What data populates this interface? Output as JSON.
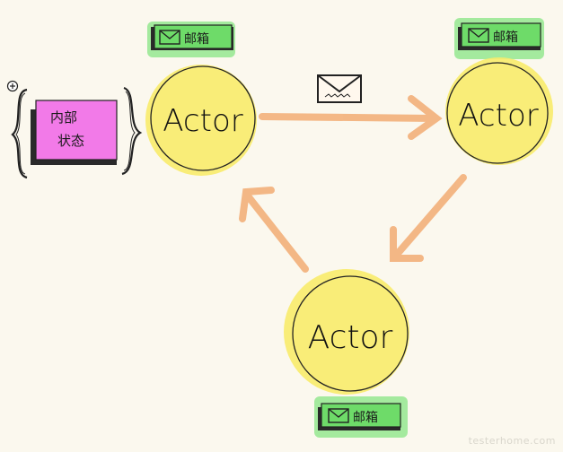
{
  "diagram": {
    "actor_label": "Actor",
    "mailbox_label": "邮箱",
    "state_label_line1": "内部",
    "state_label_line2": "状态",
    "zoom_icon": "zoom-in-icon",
    "envelope_icon": "envelope-icon"
  },
  "colors": {
    "background": "#fbf8ee",
    "actor_fill": "#f8eb6a",
    "arrow": "#f3b07a",
    "mailbox_fill": "#7ee07a",
    "state_fill": "#f27ae8",
    "ink": "#1a1a1a"
  },
  "watermark": "testerhome.com"
}
